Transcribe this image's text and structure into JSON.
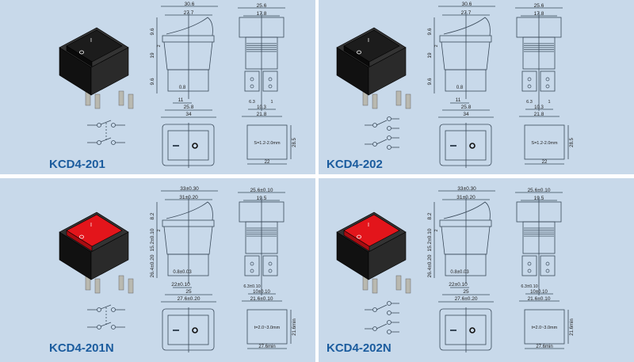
{
  "colors": {
    "background": "#c8d9ea",
    "title": "#1b5c9e",
    "line": "#3a4a5a",
    "rocker_black": "#1c1c1c",
    "rocker_red": "#e3151b",
    "divider": "#ffffff"
  },
  "panels": [
    {
      "model": "KCD4-201",
      "rocker": "black",
      "contacts": 2,
      "front": {
        "top_outer": "30.6",
        "top_inner": "27.7",
        "left_a": "9.6",
        "left_b": "19",
        "left_c": "9.6",
        "small": "2",
        "pin": "0.8",
        "pin_span": "11",
        "bottom_inner": "25.8",
        "bottom_outer": "34"
      },
      "side": {
        "top_outer": "25.6",
        "top_inner": "17.8",
        "pin_a": "6.3",
        "pin_b": "1",
        "inner": "10.3",
        "bottom": "21.8"
      },
      "cutout": {
        "thickness": "S=1.2-2.0mm",
        "width": "22",
        "height": "28.5"
      }
    },
    {
      "model": "KCD4-202",
      "rocker": "black",
      "contacts": 4,
      "front": {
        "top_outer": "30.6",
        "top_inner": "27.7",
        "left_a": "9.6",
        "left_b": "19",
        "left_c": "9.6",
        "small": "2",
        "pin": "0.8",
        "pin_span": "11",
        "bottom_inner": "25.8",
        "bottom_outer": "34"
      },
      "side": {
        "top_outer": "25.6",
        "top_inner": "17.8",
        "pin_a": "6.3",
        "pin_b": "1",
        "inner": "10.3",
        "bottom": "21.8"
      },
      "cutout": {
        "thickness": "S=1.2-2.0mm",
        "width": "22",
        "height": "28.5"
      }
    },
    {
      "model": "KCD4-201N",
      "rocker": "red",
      "contacts": 2,
      "front": {
        "top_outer": "33±0.30",
        "top_inner": "31±0.20",
        "left_a": "8.2",
        "left_b": "15.2±0.10",
        "left_c": "26.4±0.20",
        "small": "2",
        "pin": "0.8±0.03",
        "pin_span": "22±0.10",
        "bottom_inner": "25",
        "bottom_outer": "27.6±0.20"
      },
      "side": {
        "top_outer": "25.6±0.10",
        "top_inner": "19.5",
        "pin_a": "6.3±0.10",
        "pin_b": "",
        "inner": "10±0.10",
        "bottom": "21.6±0.10"
      },
      "cutout": {
        "thickness": "t=2.0~3.0mm",
        "width": "27.6min",
        "height": "21.6min"
      }
    },
    {
      "model": "KCD4-202N",
      "rocker": "red",
      "contacts": 4,
      "front": {
        "top_outer": "33±0.30",
        "top_inner": "31±0.20",
        "left_a": "8.2",
        "left_b": "15.2±0.10",
        "left_c": "26.4±0.20",
        "small": "2",
        "pin": "0.8±0.03",
        "pin_span": "22±0.10",
        "bottom_inner": "25",
        "bottom_outer": "27.6±0.20"
      },
      "side": {
        "top_outer": "25.6±0.10",
        "top_inner": "19.5",
        "pin_a": "6.3±0.10",
        "pin_b": "",
        "inner": "10±0.10",
        "bottom": "21.6±0.10"
      },
      "cutout": {
        "thickness": "t=2.0~3.0mm",
        "width": "27.6min",
        "height": "21.6min"
      }
    }
  ]
}
